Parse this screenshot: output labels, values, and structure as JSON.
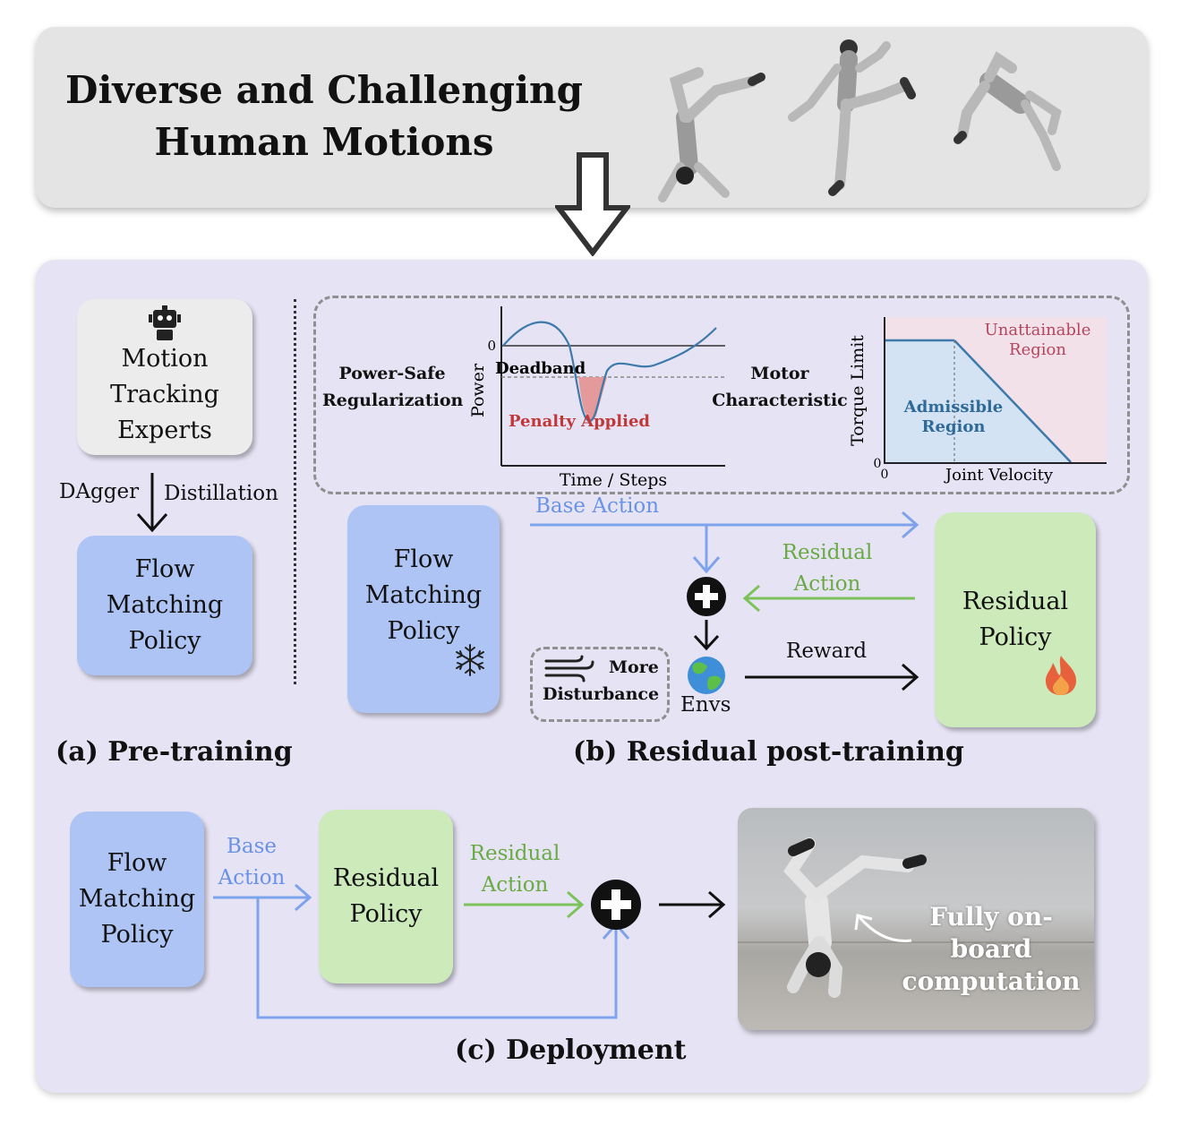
{
  "banner": {
    "title_line1": "Diverse and Challenging",
    "title_line2": "Human Motions"
  },
  "pretraining": {
    "experts_lines": [
      "Motion",
      "Tracking",
      "Experts"
    ],
    "arrow_left": "DAgger",
    "arrow_right": "Distillation",
    "policy_lines": [
      "Flow",
      "Matching",
      "Policy"
    ],
    "caption": "(a) Pre-training"
  },
  "post_training": {
    "power_safe_lines": [
      "Power-Safe",
      "Regularization"
    ],
    "power_chart": {
      "y_label": "Power",
      "x_label": "Time / Steps",
      "zero": "0",
      "deadband": "Deadband",
      "penalty": "Penalty Applied"
    },
    "motor_lines": [
      "Motor",
      "Characteristic"
    ],
    "torque_chart": {
      "y_label": "Torque Limit",
      "x_label": "Joint Velocity",
      "zero_x": "0",
      "zero_y": "0",
      "unattainable_lines": [
        "Unattainable",
        "Region"
      ],
      "admissible_lines": [
        "Admissible",
        "Region"
      ]
    },
    "flow_lines": [
      "Flow",
      "Matching",
      "Policy"
    ],
    "base_action": "Base Action",
    "residual_action_lines": [
      "Residual",
      "Action"
    ],
    "residual_policy_lines": [
      "Residual",
      "Policy"
    ],
    "reward": "Reward",
    "disturbance_lines": [
      "More",
      "Disturbance"
    ],
    "envs": "Envs",
    "caption": "(b)  Residual post-training"
  },
  "deployment": {
    "flow_lines": [
      "Flow",
      "Matching",
      "Policy"
    ],
    "base_action_lines": [
      "Base",
      "Action"
    ],
    "residual_policy_lines": [
      "Residual",
      "Policy"
    ],
    "residual_action_lines": [
      "Residual",
      "Action"
    ],
    "photo_lines": [
      "Fully on-board",
      "computation"
    ],
    "caption": "(c) Deployment"
  },
  "colors": {
    "blue_arrow": "#7ea3ec",
    "green_arrow": "#7cc25a",
    "blue_box": "#adc4f5",
    "green_box": "#cdeabb",
    "penalty": "#c0383a"
  }
}
